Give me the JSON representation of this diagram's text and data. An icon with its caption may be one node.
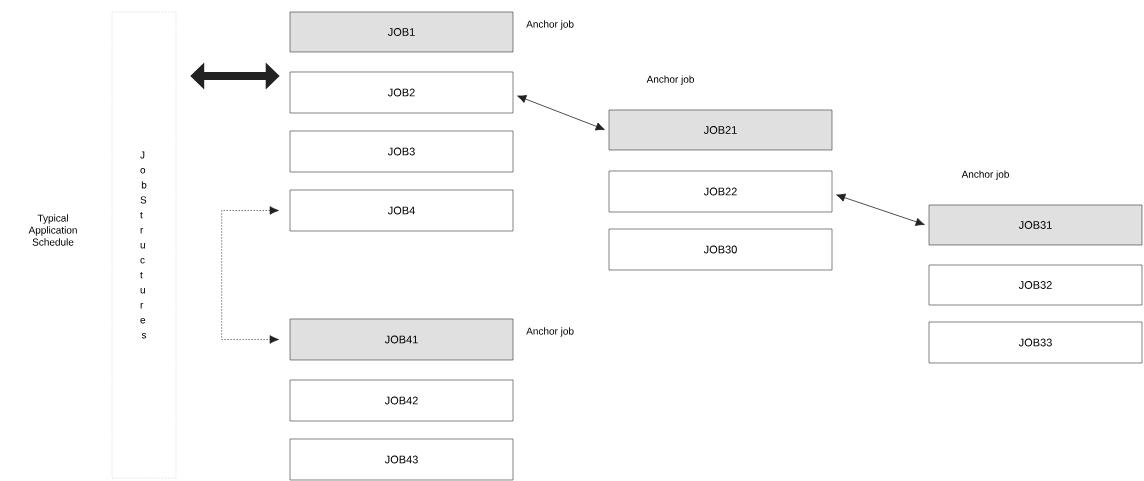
{
  "diagram": {
    "nodes": [
      {
        "text": [
          "Job Structures"
        ]
      },
      {
        "text": [
          "JOB1"
        ],
        "beside": [
          "Anchor job"
        ]
      },
      {
        "text": [
          "JOB2"
        ]
      },
      {
        "text": [
          "JOB3"
        ]
      },
      {
        "text": [
          "JOB4"
        ]
      },
      {
        "text": [
          "JOB41"
        ],
        "beside": [
          "Anchor job"
        ]
      },
      {
        "text": [
          "JOB42"
        ]
      },
      {
        "text": [
          "JOB43"
        ]
      },
      {
        "text": [
          "JOB21"
        ],
        "beside": [
          "Anchor job"
        ]
      },
      {
        "text": [
          "JOB22"
        ]
      },
      {
        "text": [
          "JOB30"
        ]
      },
      {
        "text": [
          "JOB31"
        ],
        "beside": [
          "Anchor job"
        ]
      },
      {
        "text": [
          "JOB32"
        ]
      },
      {
        "text": [
          "JOB33"
        ]
      }
    ],
    "edges": [
      {
        "from": 0,
        "to": 2,
        "arrow": "both",
        "style": "thick"
      },
      {
        "from": 2,
        "to": 8,
        "arrow": "both"
      },
      {
        "from": 9,
        "to": 11,
        "arrow": "both"
      },
      {
        "from": 4,
        "to": 5,
        "arrow": "both",
        "style": "dashed"
      }
    ],
    "labels": [
      "Typical Application Schedule"
    ]
  }
}
